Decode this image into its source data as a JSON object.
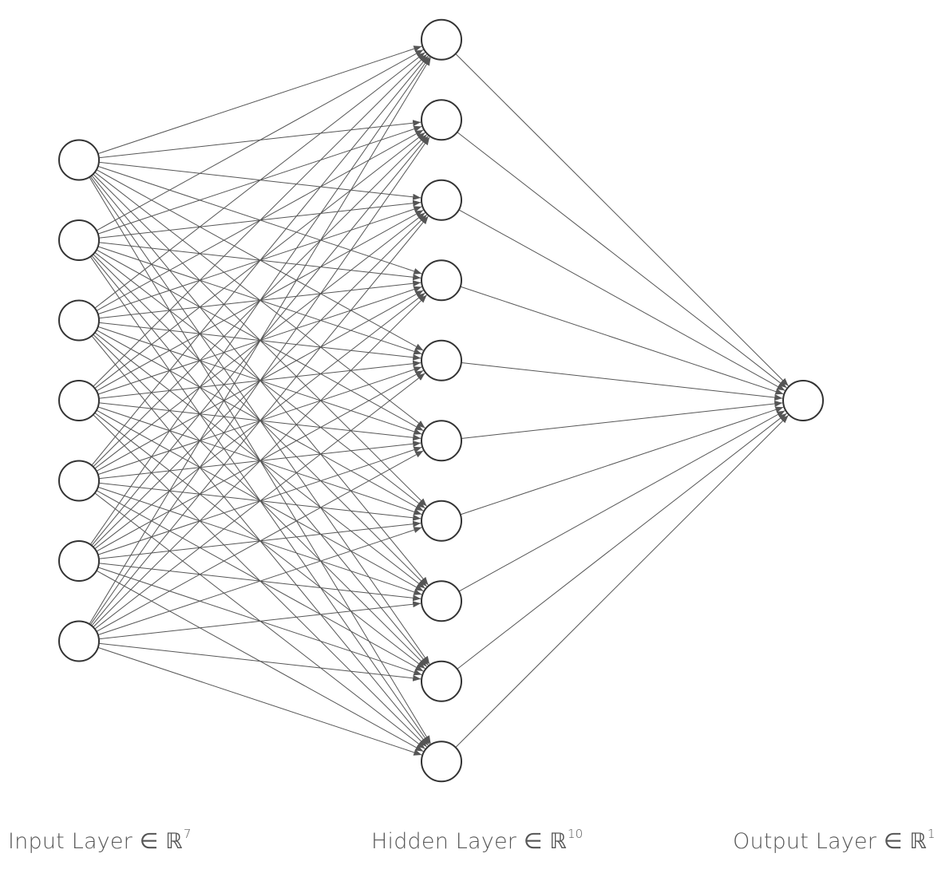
{
  "network": {
    "input_count": 7,
    "hidden_count": 10,
    "output_count": 1
  },
  "labels": {
    "input": {
      "text": "Input Layer ∈ ℝ",
      "dim": "7"
    },
    "hidden": {
      "text": "Hidden Layer ∈ ℝ",
      "dim": "10"
    },
    "output": {
      "text": "Output Layer ∈ ℝ",
      "dim": "1"
    }
  },
  "colors": {
    "edge": "#555555",
    "node_stroke": "#333333",
    "node_fill": "#ffffff"
  }
}
